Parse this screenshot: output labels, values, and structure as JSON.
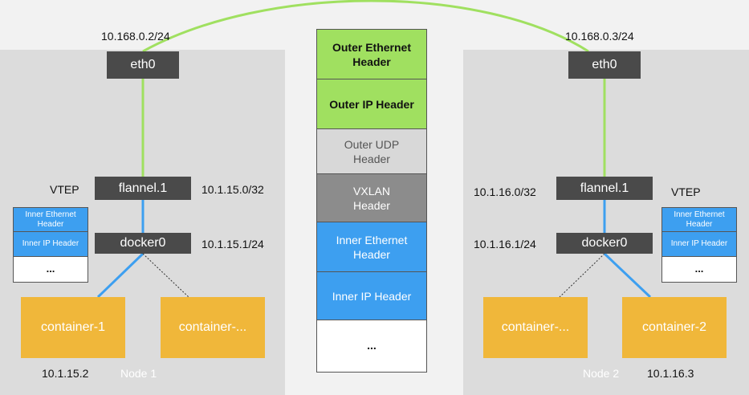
{
  "colors": {
    "green": "#a0e060",
    "blue": "#3d9ff0",
    "dark_box": "#4a4a4a",
    "container": "#f0b73a",
    "node_bg": "#dcdcdc",
    "light_gray": "#d8d8d8",
    "mid_gray": "#8c8c8c"
  },
  "node1": {
    "ip": "10.168.0.2/24",
    "eth0": "eth0",
    "vtep_label": "VTEP",
    "flannel": "flannel.1",
    "flannel_ip": "10.1.15.0/32",
    "docker": "docker0",
    "docker_ip": "10.1.15.1/24",
    "mini_stack": [
      "Inner Ethernet Header",
      "Inner IP Header",
      "..."
    ],
    "container_a": "container-1",
    "container_b": "container-...",
    "container_ip": "10.1.15.2",
    "name": "Node 1"
  },
  "node2": {
    "ip": "10.168.0.3/24",
    "eth0": "eth0",
    "vtep_label": "VTEP",
    "flannel": "flannel.1",
    "flannel_ip": "10.1.16.0/32",
    "docker": "docker0",
    "docker_ip": "10.1.16.1/24",
    "mini_stack": [
      "Inner Ethernet Header",
      "Inner IP Header",
      "..."
    ],
    "container_a": "container-...",
    "container_b": "container-2",
    "container_ip": "10.1.16.3",
    "name": "Node 2"
  },
  "packet": [
    {
      "label": "Outer Ethernet Header",
      "color": "#a0e060",
      "text_color": "#111111"
    },
    {
      "label": "Outer IP Header",
      "color": "#a0e060",
      "text_color": "#111111"
    },
    {
      "label": "Outer UDP Header",
      "color": "#d8d8d8",
      "text_color": "#555555"
    },
    {
      "label": "VXLAN Header",
      "color": "#8c8c8c",
      "text_color": "#ffffff"
    },
    {
      "label": "Inner Ethernet Header",
      "color": "#3d9ff0",
      "text_color": "#ffffff"
    },
    {
      "label": "Inner IP Header",
      "color": "#3d9ff0",
      "text_color": "#ffffff"
    },
    {
      "label": "...",
      "color": "#ffffff",
      "text_color": "#111111"
    }
  ]
}
